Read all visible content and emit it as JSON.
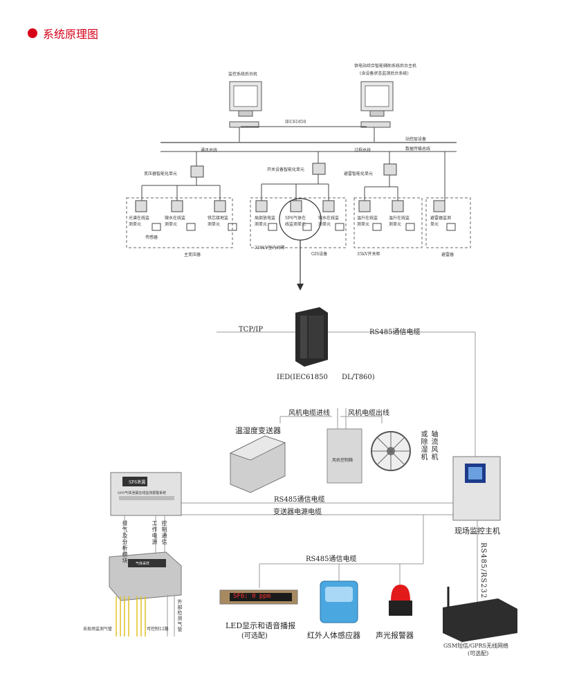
{
  "header": {
    "title": "系统原理图",
    "accent_color": "#d60018"
  },
  "top": {
    "pc_left_label": "监控系统后台机",
    "pc_right_label": "供电站综合智能辅助系统后台主机",
    "pc_right_sub": "(含设备状态监测后台系统)",
    "iec_line": "IEC61850",
    "station_bus": "站控层设备",
    "hotline": "数据传输总线",
    "bus_left": "通讯总线",
    "bus_mid": "过程总线",
    "unit_transformer": "变压器智能化单元",
    "unit_switch": "开关设备智能化单元",
    "unit_other": "避雷智能化单元",
    "mon1": "光谱在线监测单元",
    "mon2": "微水在线监测单元",
    "mon3": "铁芯接地监测单元",
    "mon4": "局部放电监测单元",
    "mon5": "SF6气体在线监测单元",
    "mon6": "微水在线监测单元",
    "mon7": "温升在线监测单元",
    "mon8": "温升在线监测单元",
    "mon9": "避雷器监测单元",
    "sensor": "传感器",
    "group1": "主变压器",
    "group2": "220kV室内间隔",
    "group3": "GIS设备",
    "group4": "35kV开关柜",
    "group5": "避雷器"
  },
  "bottom": {
    "tcpip": "TCP/IP",
    "rs485_top": "RS485通信电缆",
    "ied": "IED(IEC61850",
    "ied2": "DL/T860)",
    "fan_in": "风机电缆进线",
    "fan_out": "风机电缆出线",
    "humidity": "温湿度变送器",
    "fan_chars": "轴流风机",
    "fan_chars2": "或除湿机",
    "rs485_mid": "RS485通信电缆",
    "power_cable": "变送器电源电缆",
    "host_label": "现场监控主机",
    "rs485_232": "RS485/RS232",
    "rs485_low": "RS485通信电缆",
    "monitor_screen": "SF6泄漏",
    "monitor_title": "SF6气体泄漏在线监测报警系统",
    "vert1": "排气及分析模块",
    "vert2": "工作电源",
    "vert3": "控制通信",
    "vert4": "外部检测气管",
    "pipe_label": "去现场监测气管",
    "ctrl_label": "可控制12路",
    "sampler_title": "气体采样",
    "led_text": "SF6: 0 ppm",
    "led_label": "LED显示和语音播报",
    "led_sub": "(可选配)",
    "ir_label": "红外人体感应器",
    "alarm_label": "声光报警器",
    "gsm_label": "GSM短信/GPRS无线网络",
    "gsm_sub": "(可选配)",
    "fan_box_label": "风机控制箱"
  }
}
